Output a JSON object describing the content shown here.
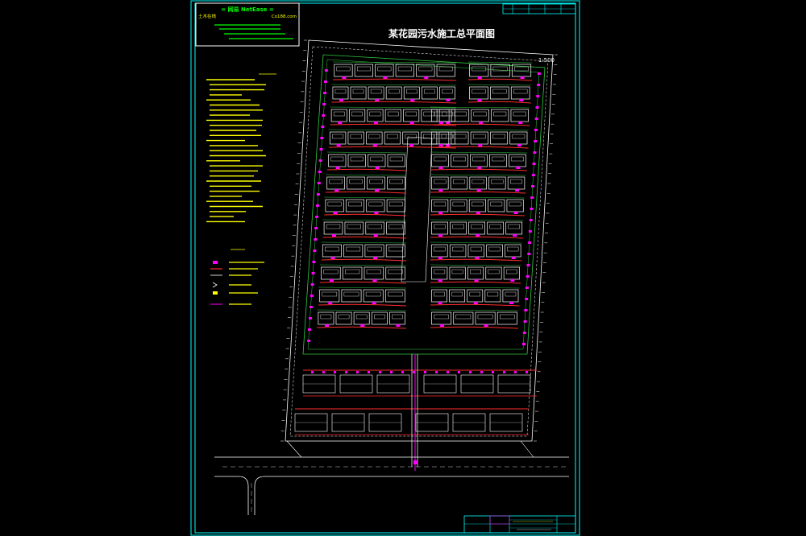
{
  "drawing": {
    "title": "某花园污水施工总平面图",
    "scale": "1:500"
  },
  "logo_box": {
    "line1": "= 网易 NetEase =",
    "line2_left": "土木在线",
    "line2_right": "Co188.com"
  },
  "colors": {
    "background": "#000000",
    "frame": "#00ffff",
    "road": "#ffffff",
    "building": "#ffffff",
    "sewer_pipe": "#ff2d2d",
    "green_line": "#2ecc40",
    "manhole": "#ff00ff",
    "notes_text": "#ffff00",
    "logo_green": "#00ff00"
  }
}
